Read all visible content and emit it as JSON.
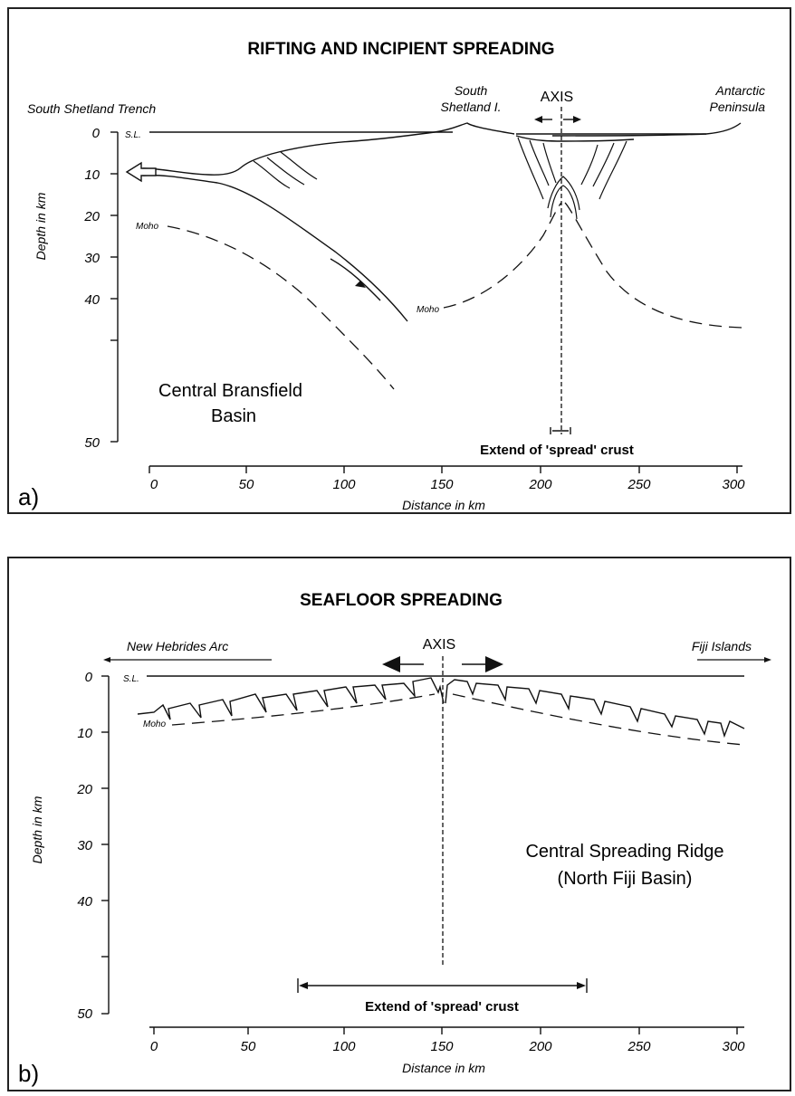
{
  "panel_a": {
    "title": "RIFTING AND INCIPIENT SPREADING",
    "panel_label": "a)",
    "left_label": "South Shetland Trench",
    "island_label_line1": "South",
    "island_label_line2": "Shetland I.",
    "axis_label": "AXIS",
    "right_label_line1": "Antarctic",
    "right_label_line2": "Peninsula",
    "sea_level_label": "S.L.",
    "moho_label_left": "Moho",
    "moho_label_center": "Moho",
    "basin_label_line1": "Central Bransfield",
    "basin_label_line2": "Basin",
    "spread_label": "Extend of 'spread' crust",
    "y_axis_title": "Depth in km",
    "x_axis_title": "Distance in km",
    "y_ticks": [
      "0",
      "10",
      "20",
      "30",
      "40",
      "50"
    ],
    "x_ticks": [
      "0",
      "50",
      "100",
      "150",
      "200",
      "250",
      "300"
    ]
  },
  "panel_b": {
    "title": "SEAFLOOR SPREADING",
    "panel_label": "b)",
    "left_label": "New Hebrides Arc",
    "axis_label": "AXIS",
    "right_label": "Fiji Islands",
    "sea_level_label": "S.L.",
    "moho_label": "Moho",
    "ridge_label_line1": "Central Spreading Ridge",
    "ridge_label_line2": "(North Fiji Basin)",
    "spread_label": "Extend of 'spread' crust",
    "y_axis_title": "Depth in km",
    "x_axis_title": "Distance in km",
    "y_ticks": [
      "0",
      "10",
      "20",
      "30",
      "40",
      "50"
    ],
    "x_ticks": [
      "0",
      "50",
      "100",
      "150",
      "200",
      "250",
      "300"
    ]
  }
}
